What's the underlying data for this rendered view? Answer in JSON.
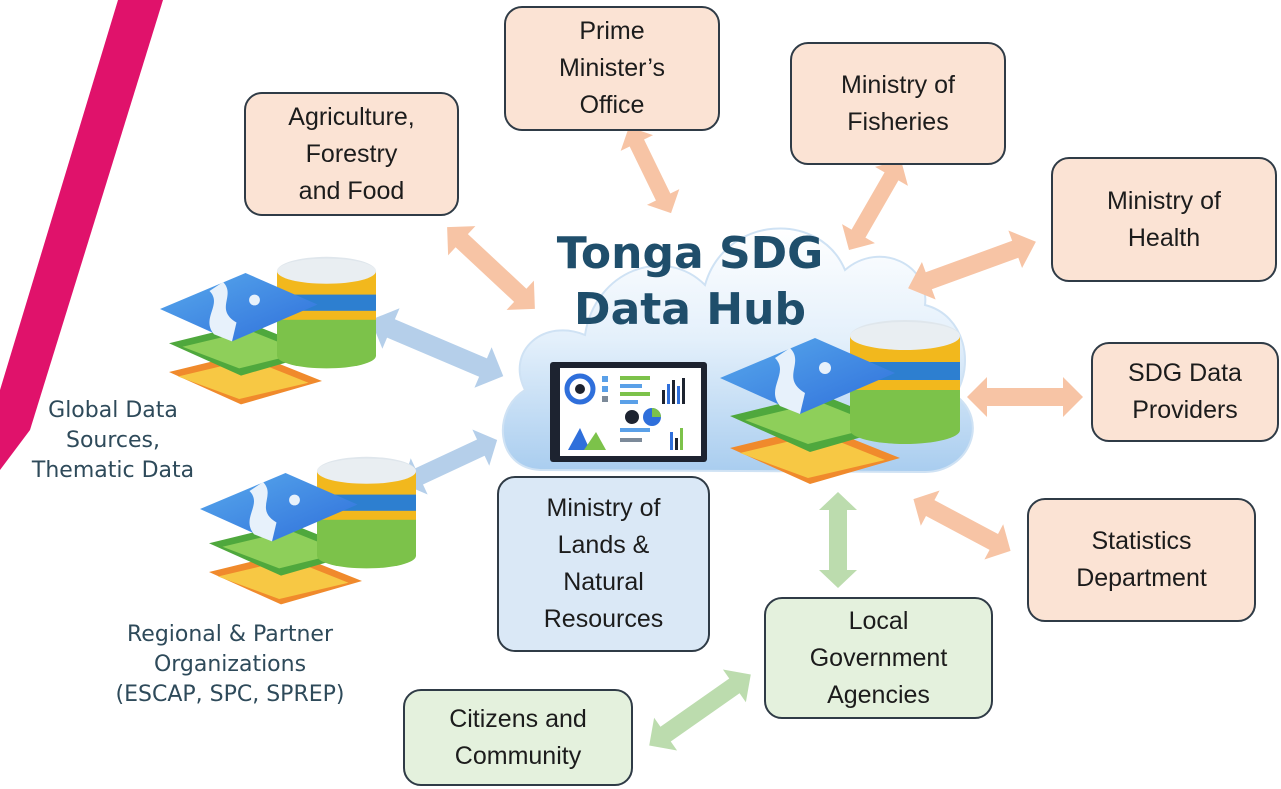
{
  "hub": {
    "title_line1": "Tonga SDG",
    "title_line2": "Data Hub"
  },
  "nodes": {
    "prime_minister": "Prime\nMinister’s\nOffice",
    "fisheries": "Ministry of\nFisheries",
    "agriculture": "Agriculture,\nForestry\nand Food",
    "health": "Ministry of\nHealth",
    "sdg_providers": "SDG Data\nProviders",
    "statistics": "Statistics\nDepartment",
    "lands": "Ministry of\nLands &\nNatural\nResources",
    "local_gov": "Local\nGovernment\nAgencies",
    "citizens": "Citizens and\nCommunity"
  },
  "labels": {
    "global": "Global Data\nSources,\nThematic Data",
    "regional": "Regional & Partner\nOrganizations\n(ESCAP, SPC, SPREP)"
  },
  "colors": {
    "accent_stripe": "#e0126b",
    "peach_box": "#fbe3d4",
    "blue_box": "#dae8f6",
    "green_box": "#e4f1dd",
    "peach_arrow": "#f7c4a5",
    "blue_arrow": "#b5cfea",
    "green_arrow": "#bcdcae",
    "title_color": "#1f4e6b"
  },
  "icons": [
    "data-layers-database-icon",
    "dashboard-icon",
    "cloud-icon"
  ]
}
